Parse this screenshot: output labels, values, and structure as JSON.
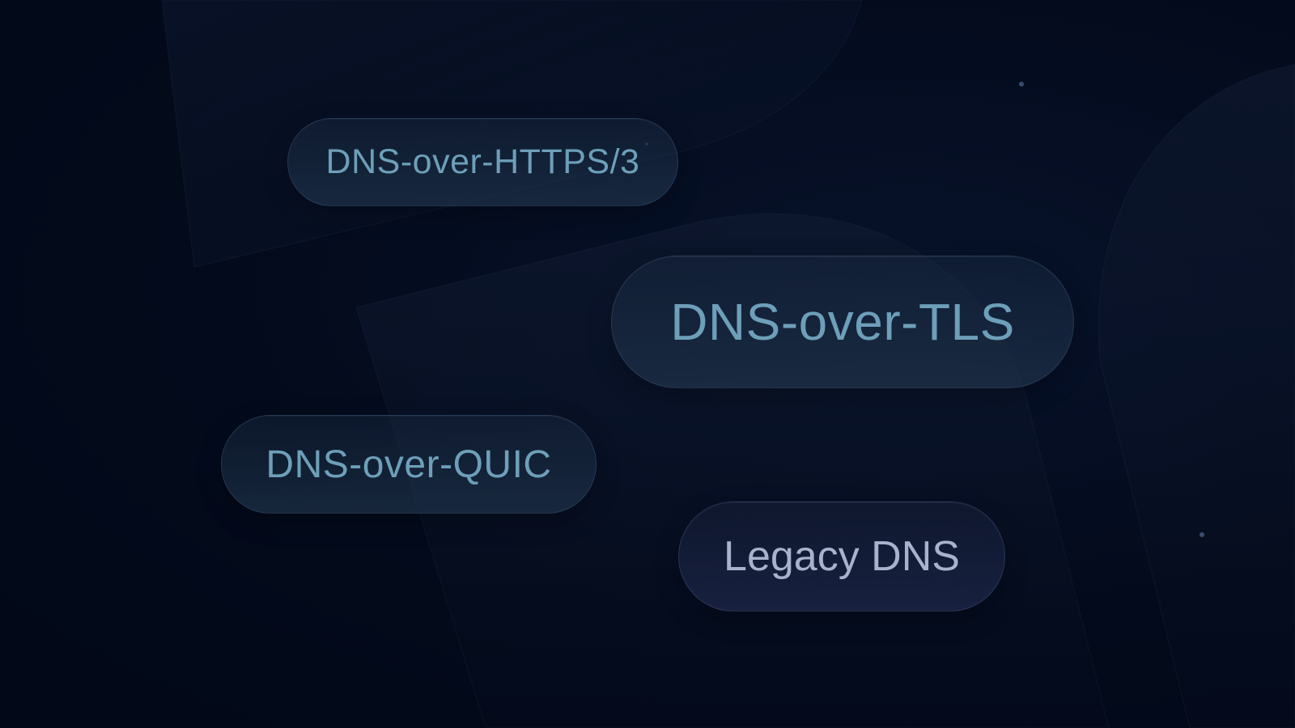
{
  "pills": {
    "https": {
      "label": "DNS-over-HTTPS/3"
    },
    "tls": {
      "label": "DNS-over-TLS"
    },
    "quic": {
      "label": "DNS-over-QUIC"
    },
    "legacy": {
      "label": "Legacy DNS"
    }
  },
  "colors": {
    "background": "#030a1b",
    "pill_text": "#6d9fb9",
    "legacy_text": "#a9b2cc"
  }
}
